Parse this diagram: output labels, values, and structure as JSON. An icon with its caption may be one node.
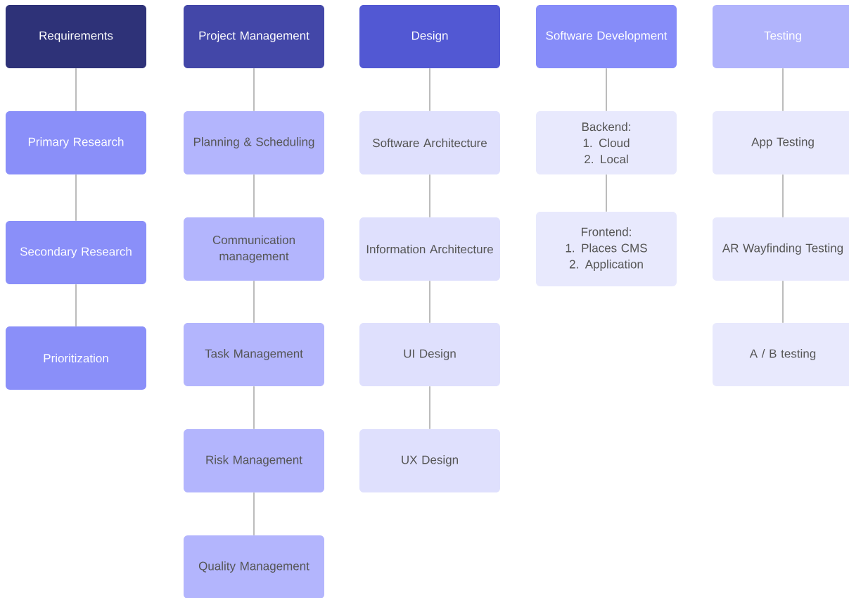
{
  "diagram": {
    "nodes": [
      {
        "text": [
          "Requirements"
        ]
      },
      {
        "text": [
          "Primary Research"
        ]
      },
      {
        "text": [
          "Secondary Research"
        ]
      },
      {
        "text": [
          "Prioritization"
        ]
      },
      {
        "text": [
          "Project Management"
        ]
      },
      {
        "text": [
          "Planning & Scheduling"
        ]
      },
      {
        "text": [
          "Communication management"
        ]
      },
      {
        "text": [
          "Task Management"
        ]
      },
      {
        "text": [
          "Risk Management"
        ]
      },
      {
        "text": [
          "Quality Management"
        ]
      },
      {
        "text": [
          "Design"
        ]
      },
      {
        "text": [
          "Software Architecture"
        ]
      },
      {
        "text": [
          "Information Architecture"
        ]
      },
      {
        "text": [
          "UI Design"
        ]
      },
      {
        "text": [
          "UX Design"
        ]
      },
      {
        "text": [
          "Software Development"
        ]
      },
      {
        "text": [
          "Backend:",
          "1. Cloud",
          "2. Local"
        ]
      },
      {
        "text": [
          "Frontend:",
          "1. Places CMS",
          "2. Application"
        ]
      },
      {
        "text": [
          "Testing"
        ]
      },
      {
        "text": [
          "App Testing"
        ]
      },
      {
        "text": [
          "AR Wayfinding Testing"
        ]
      },
      {
        "text": [
          "A / B testing"
        ]
      }
    ],
    "edges": [
      {
        "from": 0,
        "to": 1,
        "arrow": "none"
      },
      {
        "from": 1,
        "to": 2,
        "arrow": "none"
      },
      {
        "from": 2,
        "to": 3,
        "arrow": "none"
      },
      {
        "from": 4,
        "to": 5,
        "arrow": "none"
      },
      {
        "from": 5,
        "to": 6,
        "arrow": "none"
      },
      {
        "from": 6,
        "to": 7,
        "arrow": "none"
      },
      {
        "from": 7,
        "to": 8,
        "arrow": "none"
      },
      {
        "from": 8,
        "to": 9,
        "arrow": "none"
      },
      {
        "from": 10,
        "to": 11,
        "arrow": "none"
      },
      {
        "from": 11,
        "to": 12,
        "arrow": "none"
      },
      {
        "from": 12,
        "to": 13,
        "arrow": "none"
      },
      {
        "from": 13,
        "to": 14,
        "arrow": "none"
      },
      {
        "from": 15,
        "to": 16,
        "arrow": "none"
      },
      {
        "from": 16,
        "to": 17,
        "arrow": "none"
      },
      {
        "from": 18,
        "to": 19,
        "arrow": "none"
      },
      {
        "from": 19,
        "to": 20,
        "arrow": "none"
      },
      {
        "from": 20,
        "to": 21,
        "arrow": "none"
      }
    ]
  }
}
